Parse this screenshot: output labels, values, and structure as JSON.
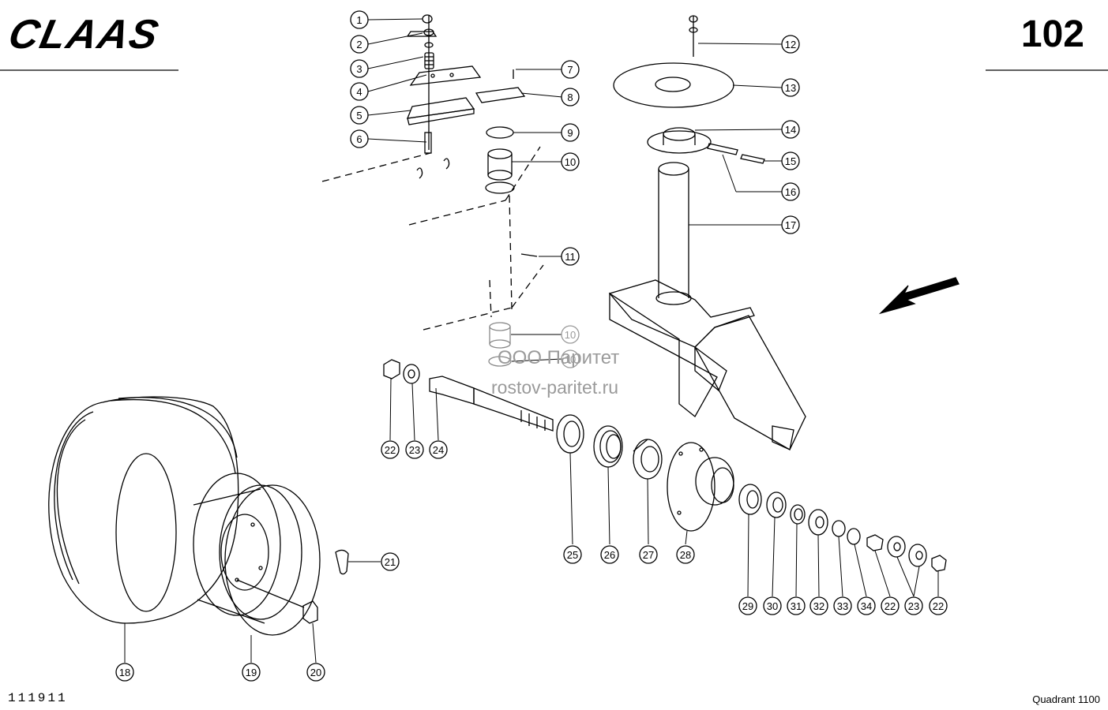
{
  "header": {
    "brand": "CLAAS",
    "page_number": "102"
  },
  "footer": {
    "drawing_number": "111911",
    "model": "Quadrant 1100"
  },
  "watermark": {
    "company": "ООО Паритет",
    "website": "rostov-paritet.ru"
  },
  "callouts": [
    "1",
    "2",
    "3",
    "4",
    "5",
    "6",
    "7",
    "8",
    "9",
    "10",
    "11",
    "12",
    "13",
    "14",
    "15",
    "16",
    "17",
    "18",
    "19",
    "20",
    "21",
    "22",
    "23",
    "24",
    "25",
    "26",
    "27",
    "28",
    "29",
    "30",
    "31",
    "32",
    "33",
    "34",
    "22",
    "23",
    "22",
    "10",
    "10"
  ],
  "direction_arrow": "arrow-left-down-icon"
}
